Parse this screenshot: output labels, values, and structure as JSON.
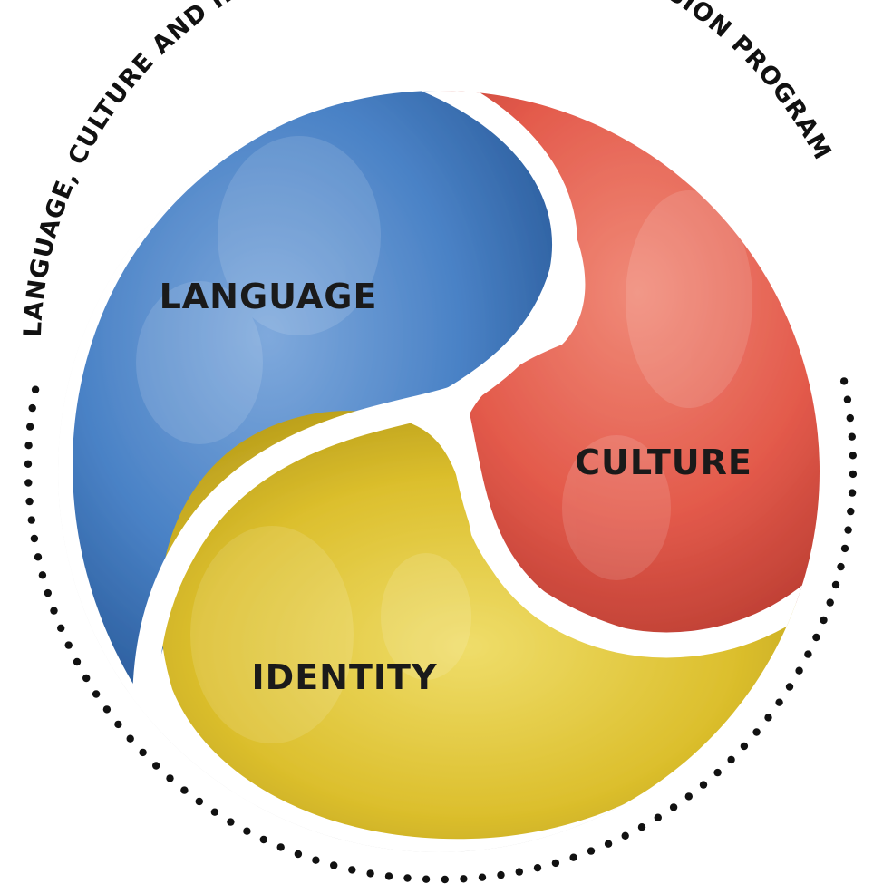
{
  "diagram": {
    "arc_title": "LANGUAGE, CULTURE AND IDENTITY IN THE FRENCH IMMERSION PROGRAM",
    "segments": [
      {
        "label": "LANGUAGE",
        "color": "#3f7dc8",
        "color_dark": "#2d5f9e"
      },
      {
        "label": "CULTURE",
        "color": "#e8584a",
        "color_dark": "#bf3e33"
      },
      {
        "label": "IDENTITY",
        "color": "#e2c531",
        "color_dark": "#b79c18"
      }
    ],
    "label_color": "#1a1a1a",
    "ring_dots_color": "#111111",
    "divider_color": "#ffffff"
  }
}
